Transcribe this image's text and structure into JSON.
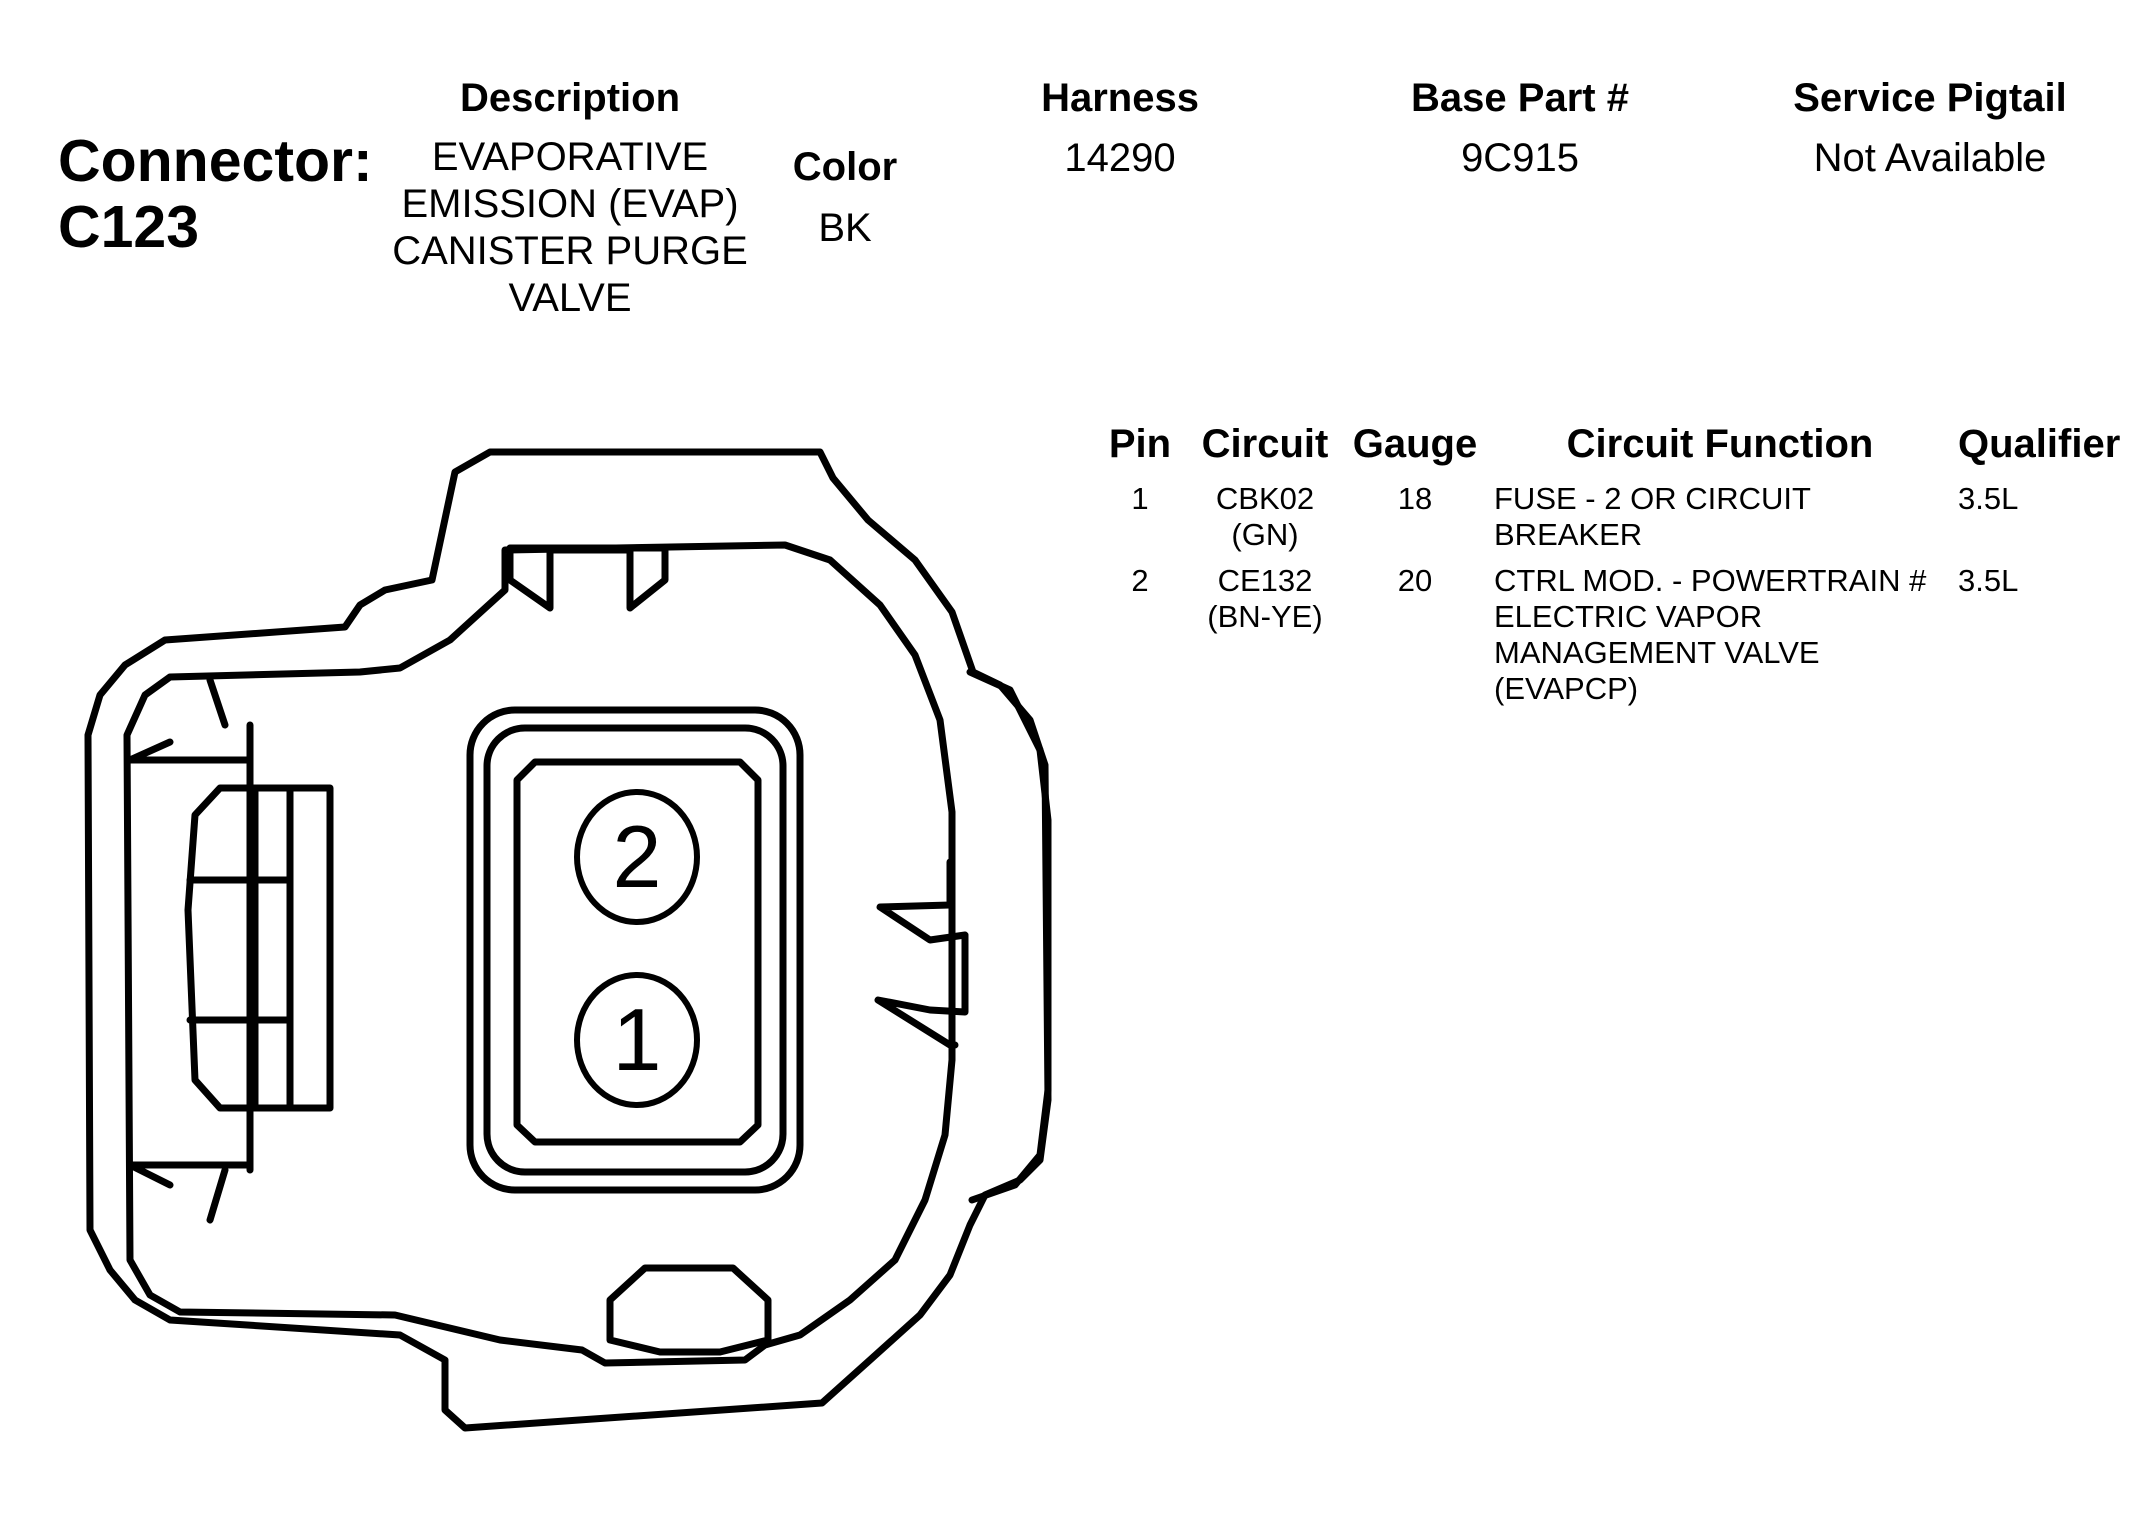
{
  "header": {
    "connector_label": "Connector:",
    "connector_id": "C123",
    "description_title": "Description",
    "description_lines": [
      "EVAPORATIVE",
      "EMISSION (EVAP)",
      "CANISTER PURGE",
      "VALVE"
    ],
    "color_title": "Color",
    "color_value": "BK",
    "harness_title": "Harness",
    "harness_value": "14290",
    "base_part_title": "Base Part #",
    "base_part_value": "9C915",
    "service_pigtail_title": "Service Pigtail",
    "service_pigtail_value": "Not Available"
  },
  "pin_table": {
    "columns": [
      "Pin",
      "Circuit",
      "Gauge",
      "Circuit Function",
      "Qualifier"
    ],
    "rows": [
      {
        "pin": "1",
        "circuit": [
          "CBK02",
          "(GN)"
        ],
        "gauge": "18",
        "function": [
          "FUSE - 2 OR CIRCUIT",
          "BREAKER"
        ],
        "qualifier": "3.5L"
      },
      {
        "pin": "2",
        "circuit": [
          "CE132",
          "(BN-YE)"
        ],
        "gauge": "20",
        "function": [
          "CTRL MOD. - POWERTRAIN #",
          "ELECTRIC VAPOR",
          "MANAGEMENT VALVE",
          "(EVAPCP)"
        ],
        "qualifier": "3.5L"
      }
    ]
  },
  "connector_face": {
    "pin_labels": [
      "2",
      "1"
    ]
  }
}
